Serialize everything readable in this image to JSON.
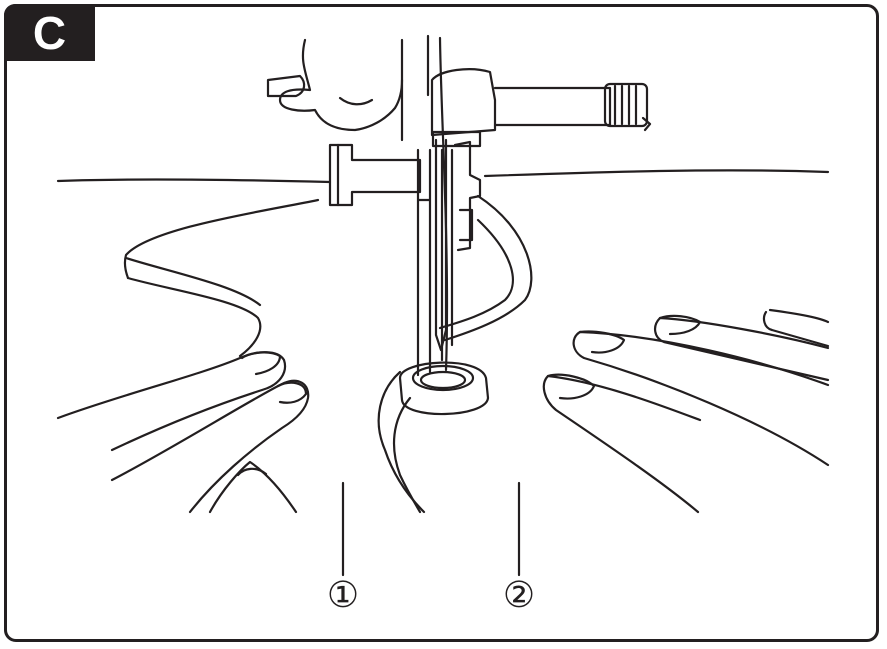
{
  "badge": {
    "label": "C"
  },
  "callouts": [
    {
      "label": "①"
    },
    {
      "label": "②"
    }
  ],
  "colors": {
    "ink": "#231f20",
    "paper": "#ffffff"
  }
}
